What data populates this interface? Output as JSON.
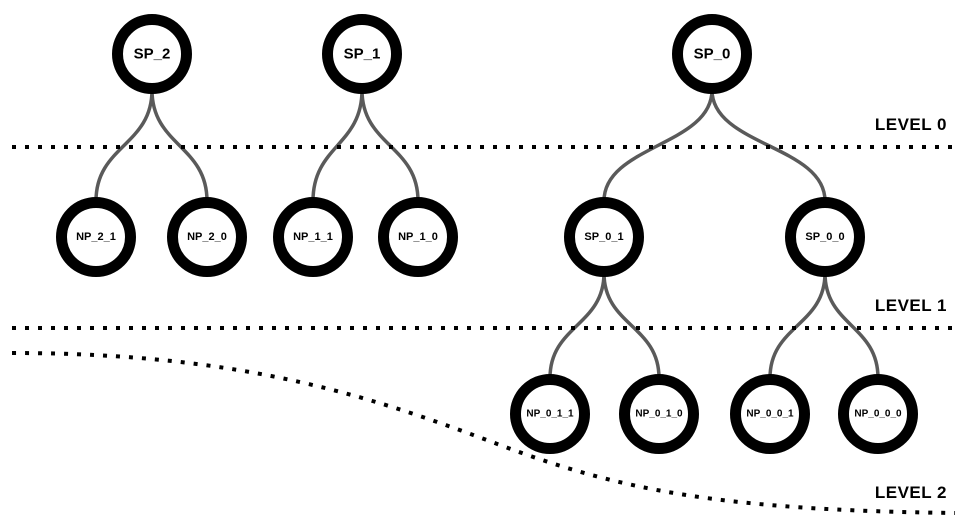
{
  "colors": {
    "node_stroke": "#000000",
    "edge_stroke": "#5a5a5a",
    "separator": "#000000",
    "text": "#000000"
  },
  "levels": [
    {
      "id": "level-0",
      "label": "LEVEL 0"
    },
    {
      "id": "level-1",
      "label": "LEVEL 1"
    },
    {
      "id": "level-2",
      "label": "LEVEL 2"
    }
  ],
  "nodes": [
    {
      "id": "SP_2",
      "label": "SP_2",
      "level": 0
    },
    {
      "id": "SP_1",
      "label": "SP_1",
      "level": 0
    },
    {
      "id": "SP_0",
      "label": "SP_0",
      "level": 0
    },
    {
      "id": "NP_2_1",
      "label": "NP_2_1",
      "level": 1
    },
    {
      "id": "NP_2_0",
      "label": "NP_2_0",
      "level": 1
    },
    {
      "id": "NP_1_1",
      "label": "NP_1_1",
      "level": 1
    },
    {
      "id": "NP_1_0",
      "label": "NP_1_0",
      "level": 1
    },
    {
      "id": "SP_0_1",
      "label": "SP_0_1",
      "level": 1
    },
    {
      "id": "SP_0_0",
      "label": "SP_0_0",
      "level": 1
    },
    {
      "id": "NP_0_1_1",
      "label": "NP_0_1_1",
      "level": 2
    },
    {
      "id": "NP_0_1_0",
      "label": "NP_0_1_0",
      "level": 2
    },
    {
      "id": "NP_0_0_1",
      "label": "NP_0_0_1",
      "level": 2
    },
    {
      "id": "NP_0_0_0",
      "label": "NP_0_0_0",
      "level": 2
    }
  ],
  "edges": [
    {
      "from": "SP_2",
      "to": "NP_2_1"
    },
    {
      "from": "SP_2",
      "to": "NP_2_0"
    },
    {
      "from": "SP_1",
      "to": "NP_1_1"
    },
    {
      "from": "SP_1",
      "to": "NP_1_0"
    },
    {
      "from": "SP_0",
      "to": "SP_0_1"
    },
    {
      "from": "SP_0",
      "to": "SP_0_0"
    },
    {
      "from": "SP_0_1",
      "to": "NP_0_1_1"
    },
    {
      "from": "SP_0_1",
      "to": "NP_0_1_0"
    },
    {
      "from": "SP_0_0",
      "to": "NP_0_0_1"
    },
    {
      "from": "SP_0_0",
      "to": "NP_0_0_0"
    }
  ]
}
